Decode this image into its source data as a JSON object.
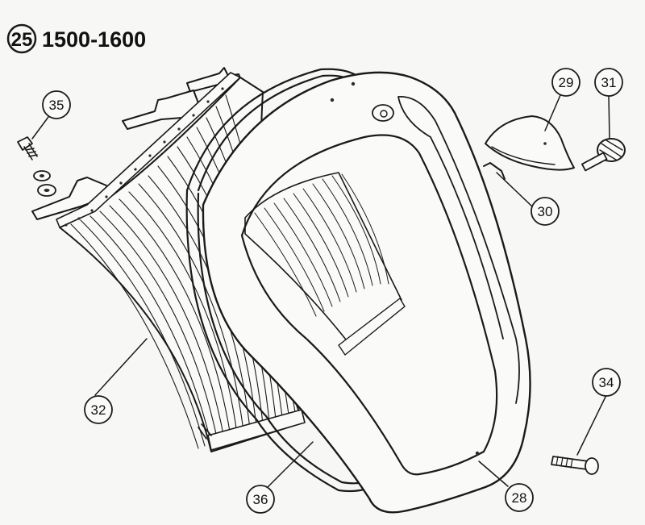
{
  "figure": {
    "number": "25",
    "title": "1500-1600"
  },
  "callouts": [
    {
      "id": "c35",
      "label": "35"
    },
    {
      "id": "c29",
      "label": "29"
    },
    {
      "id": "c31",
      "label": "31"
    },
    {
      "id": "c30",
      "label": "30"
    },
    {
      "id": "c32",
      "label": "32"
    },
    {
      "id": "c34",
      "label": "34"
    },
    {
      "id": "c36",
      "label": "36"
    },
    {
      "id": "c28",
      "label": "28"
    }
  ],
  "colors": {
    "ink": "#1a1a1a",
    "paper": "#f7f7f5"
  }
}
